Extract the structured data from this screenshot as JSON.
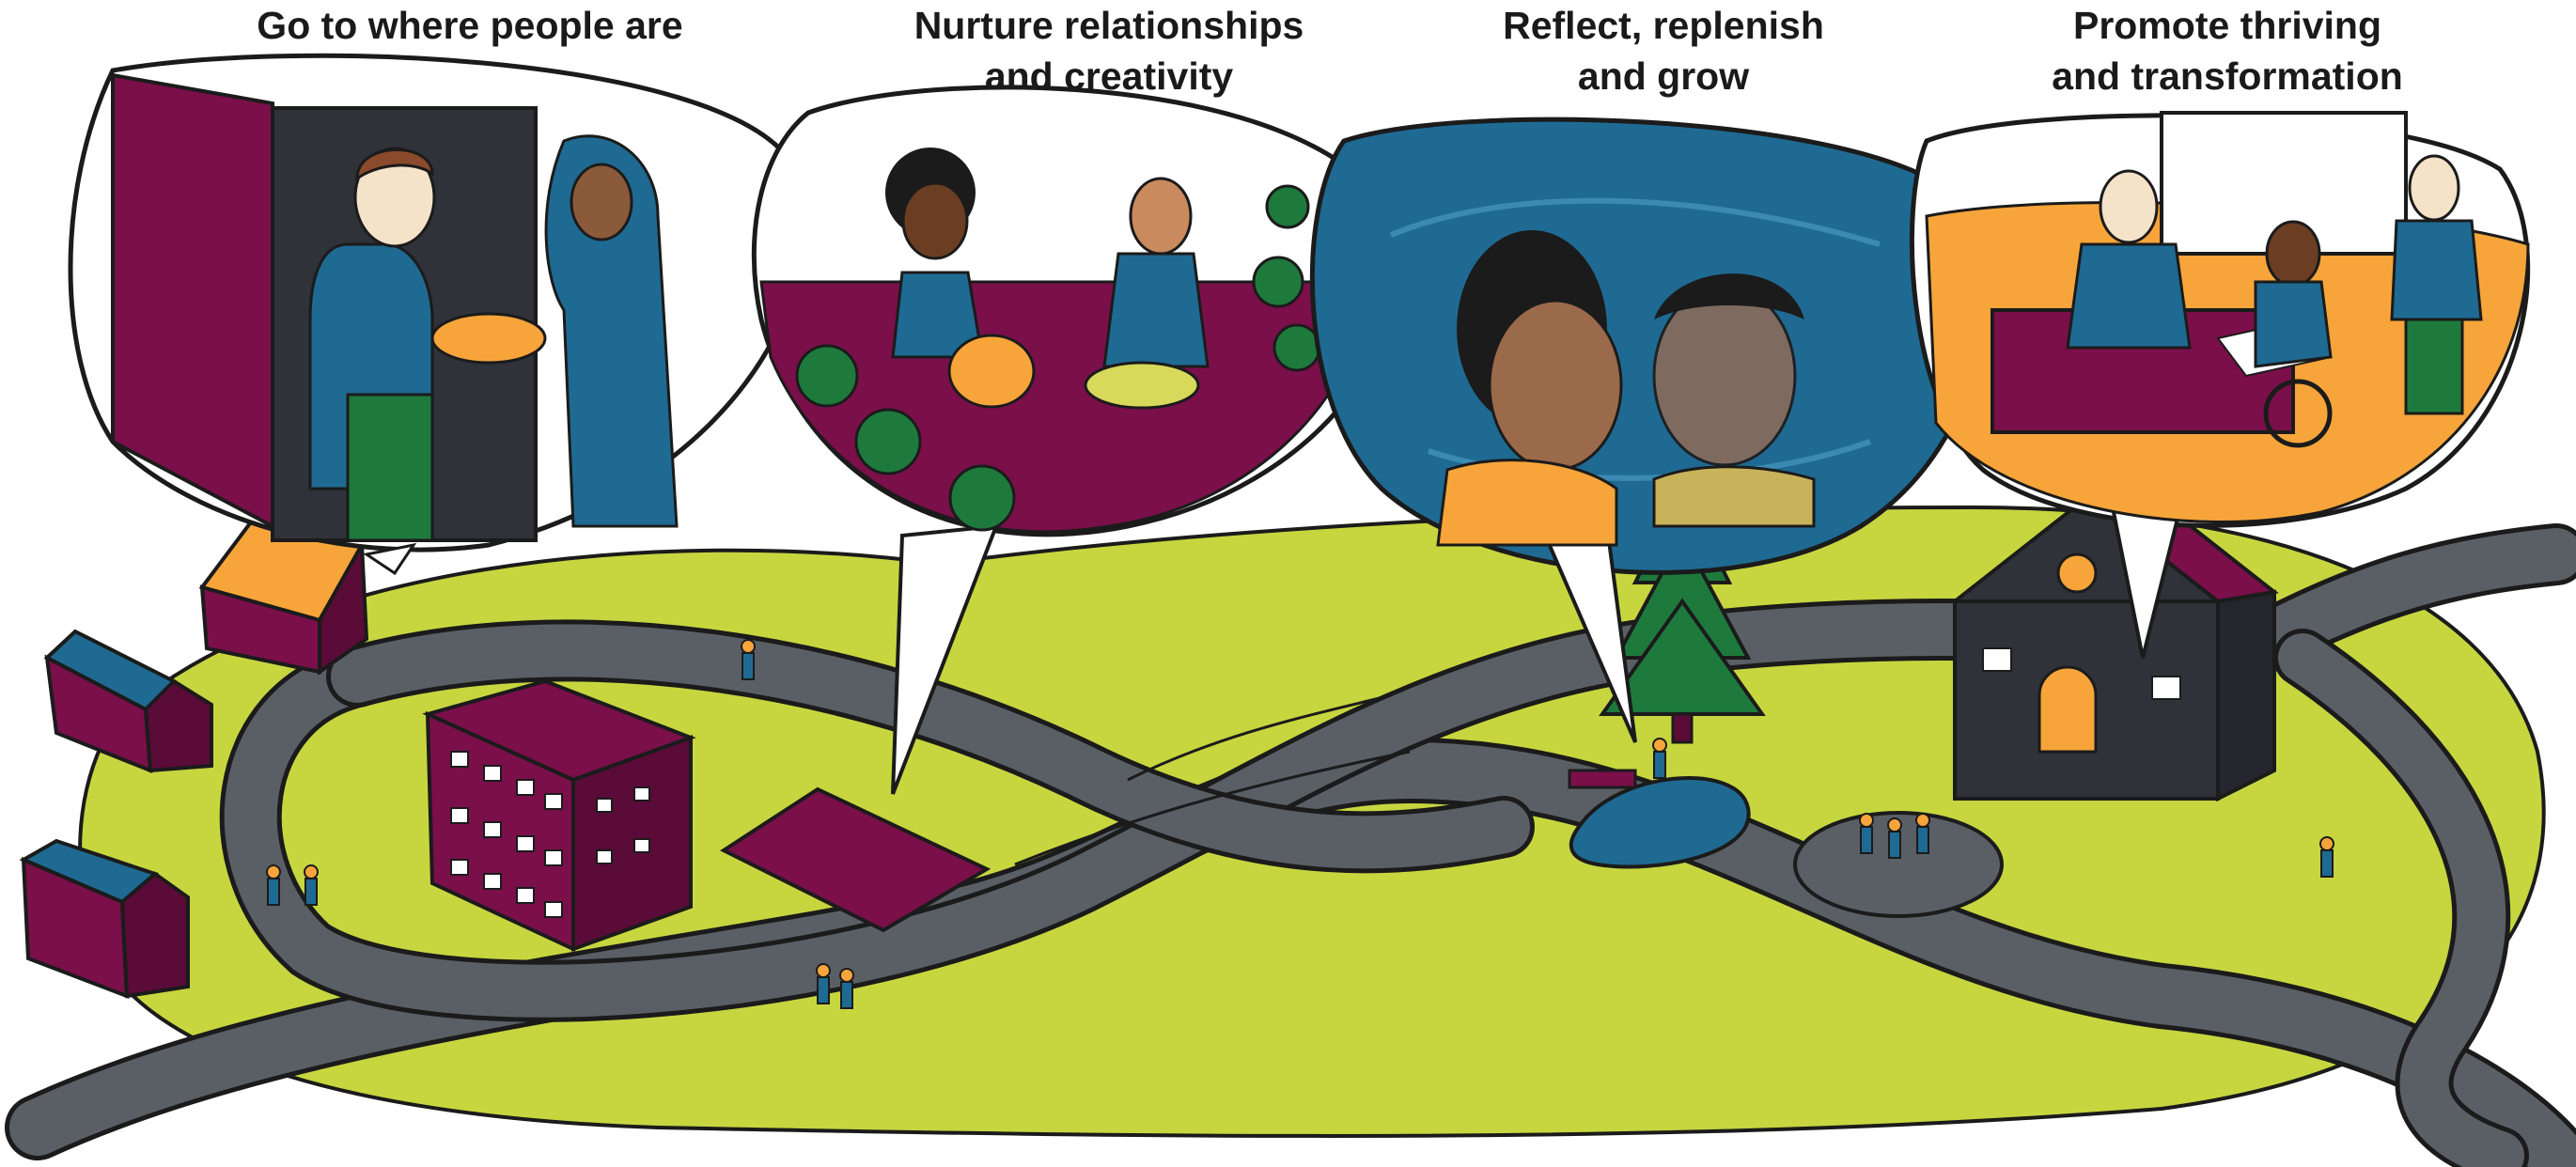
{
  "headings": [
    {
      "line1": "Go to where people are",
      "line2": ""
    },
    {
      "line1": "Nurture relationships",
      "line2": "and creativity"
    },
    {
      "line1": "Reflect, replenish",
      "line2": "and grow"
    },
    {
      "line1": "Promote thriving",
      "line2": "and transformation"
    }
  ],
  "colors": {
    "ground": "#c7d63f",
    "road": "#5a5f66",
    "plum": "#7a0f4a",
    "teal": "#1f6a92",
    "orange": "#f7a53a",
    "green": "#1e7a3c",
    "dark": "#1b1b1b"
  }
}
